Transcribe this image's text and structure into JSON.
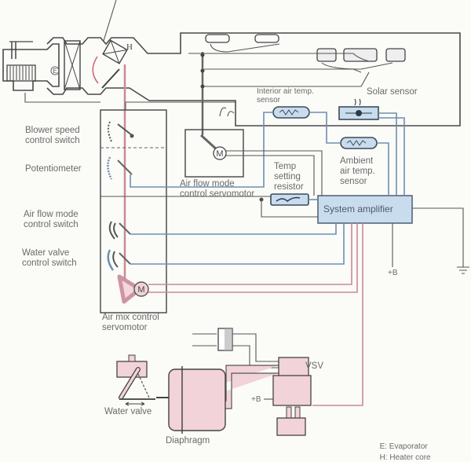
{
  "diagram": {
    "title": "Automatic air conditioning control system",
    "labels": {
      "blower_speed": "Blower speed\ncontrol switch",
      "potentiometer": "Potentiometer",
      "air_flow_switch": "Air flow mode\ncontrol switch",
      "water_valve_switch": "Water valve\ncontrol switch",
      "air_mix_servo": "Air mix control\nservomotor",
      "air_flow_servo": "Air flow mode\ncontrol servomotor",
      "interior_sensor": "Interior air temp.\nsensor",
      "solar_sensor": "Solar sensor",
      "ambient_sensor": "Ambient\nair temp.\nsensor",
      "temp_resistor": "Temp\nsetting\nresistor",
      "system_amplifier": "System amplifier",
      "plus_b_amp": "+B",
      "plus_b_vsv": "+B",
      "vsv": "VSV",
      "water_valve": "Water valve",
      "diaphragm": "Diaphragm",
      "motor_symbol": "M",
      "evap_symbol": "E",
      "heater_symbol": "H"
    },
    "legend": [
      {
        "symbol": "E",
        "text": ": Evaporator"
      },
      {
        "symbol": "H",
        "text": ": Heater core"
      }
    ],
    "colors": {
      "signal_wire": "#6e8fb0",
      "vacuum_line": "#c98a98",
      "sensor_fill": "#c9dced",
      "amplifier_fill": "#c9dced",
      "pink_fill": "#f2d3d9"
    }
  }
}
